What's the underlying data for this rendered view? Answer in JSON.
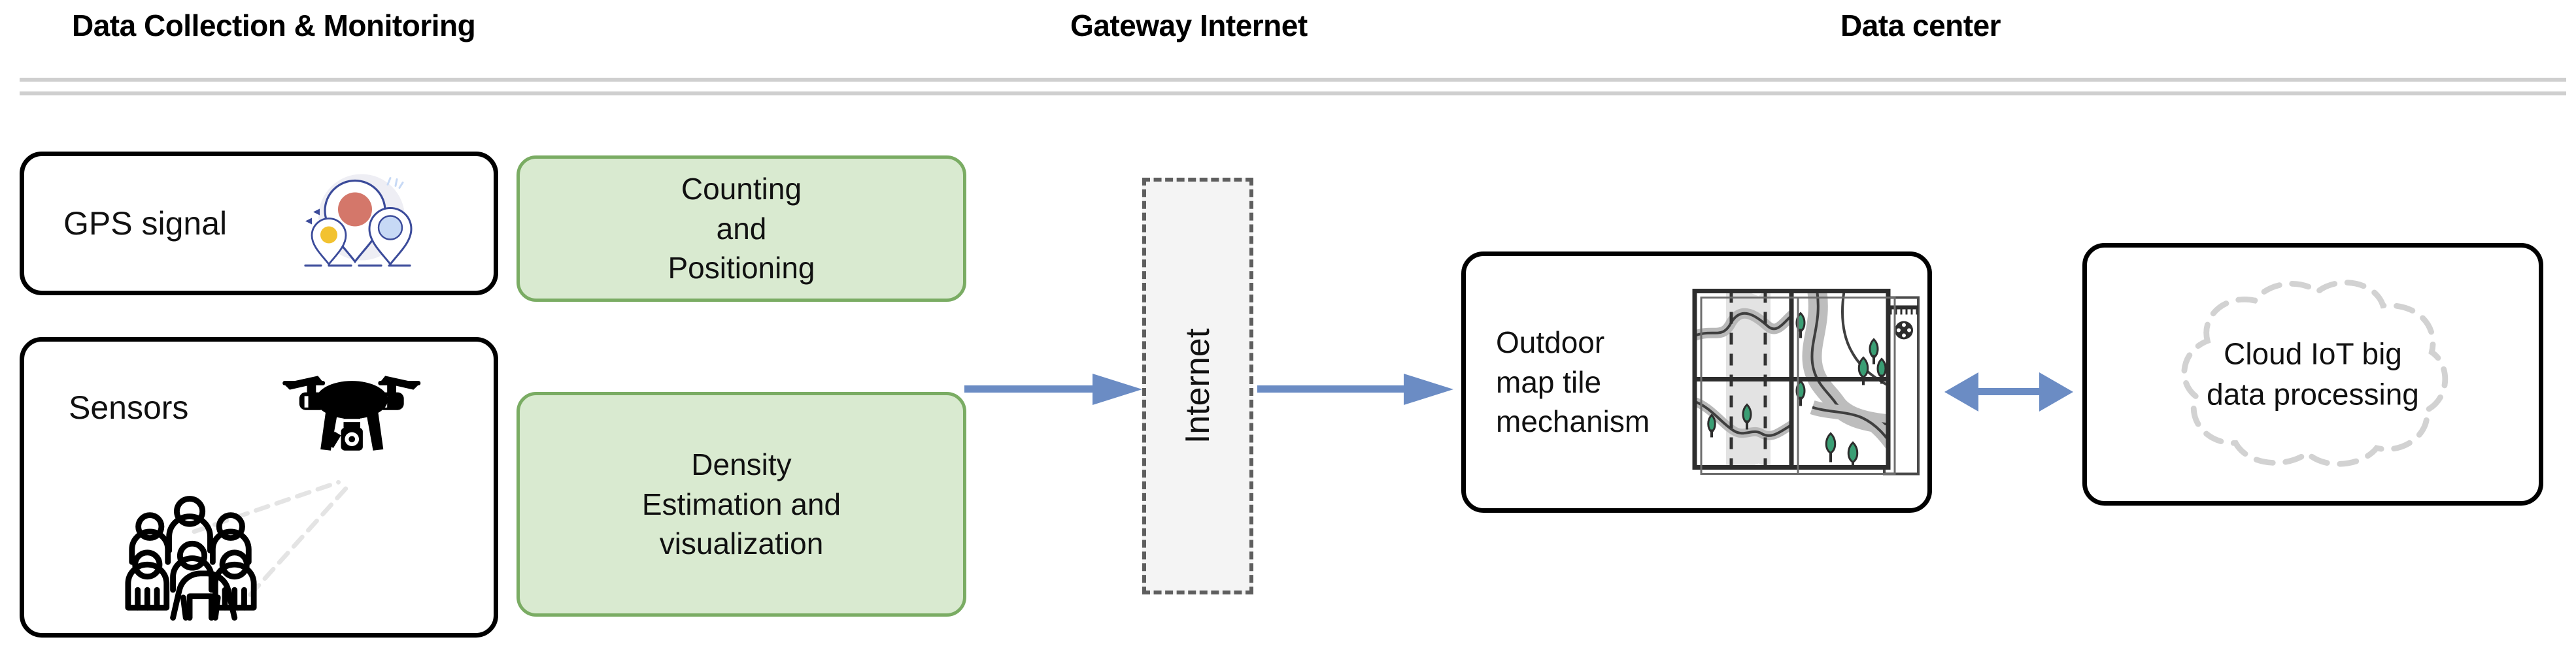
{
  "headers": [
    {
      "id": "collection",
      "label": "Data Collection & Monitoring"
    },
    {
      "id": "gateway",
      "label": "Gateway Internet"
    },
    {
      "id": "datacenter",
      "label": "Data center"
    }
  ],
  "colors": {
    "green_fill": "#d9ead0",
    "green_border": "#7aac63",
    "arrow": "#6b8cc4",
    "internet_fill": "#f4f4f4",
    "internet_border": "#5e5e5e",
    "box_border": "#000000",
    "rule": "#cfcfcf",
    "tree_green": "#3a9e74",
    "map_gray": "#bfbfbf",
    "pin_outline": "#3b4b9a",
    "pin_red": "#d4776a",
    "pin_blue": "#c7d9f5",
    "pin_yellow": "#f2c230",
    "dashed_gray": "#d6d6d6"
  },
  "nodes": {
    "gps": {
      "label": "GPS signal",
      "icon": "map-pins-icon"
    },
    "sensors": {
      "label": "Sensors",
      "icons": [
        "drone-icon",
        "crowd-of-people-icon"
      ]
    },
    "counting": {
      "label": "Counting\nand\nPositioning"
    },
    "density": {
      "label": "Density\nEstimation and\nvisualization"
    },
    "internet": {
      "label": "Internet"
    },
    "maptile": {
      "label": "Outdoor\nmap tile\nmechanism",
      "icon": "map-tile-grid-icon"
    },
    "cloud": {
      "label": "Cloud IoT big\ndata processing",
      "icon": "dashed-cloud-icon"
    }
  },
  "arrows": [
    {
      "id": "green-to-internet",
      "direction": "right",
      "from": "process-boxes",
      "to": "internet"
    },
    {
      "id": "internet-to-maptile",
      "direction": "right",
      "from": "internet",
      "to": "maptile"
    },
    {
      "id": "maptile-to-cloud",
      "direction": "both",
      "from": "maptile",
      "to": "cloud"
    }
  ]
}
